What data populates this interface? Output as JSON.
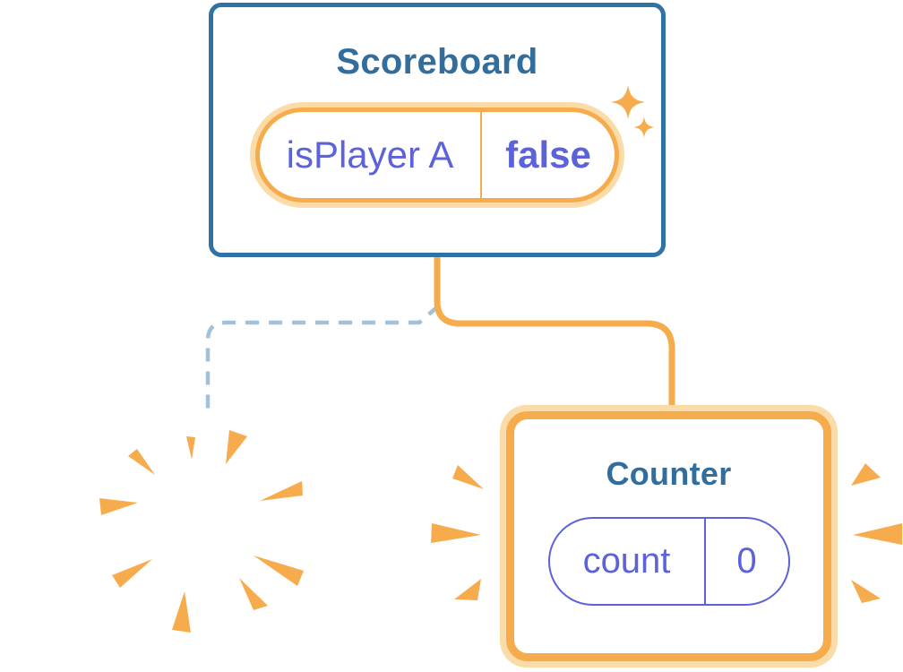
{
  "palette": {
    "orange": "#F6AC4D",
    "orange_halo": "#FBDCA8",
    "blue_border": "#2F72A4",
    "title_blue": "#336D9C",
    "purple": "#5C62DA",
    "dashed_blue": "#A2C0D8"
  },
  "scoreboard": {
    "title": "Scoreboard",
    "state": {
      "name": "isPlayer A",
      "value": "false"
    }
  },
  "counter": {
    "title": "Counter",
    "state": {
      "name": "count",
      "value": "0"
    }
  },
  "icons": {
    "sparkles_icon": "✦ four-point stars (new state created)",
    "explosion_burst_icon": "radial orange wedges (component destroyed)",
    "emphasis_burst_left_icon": "orange burst wedges",
    "emphasis_burst_right_icon": "orange burst wedges"
  }
}
